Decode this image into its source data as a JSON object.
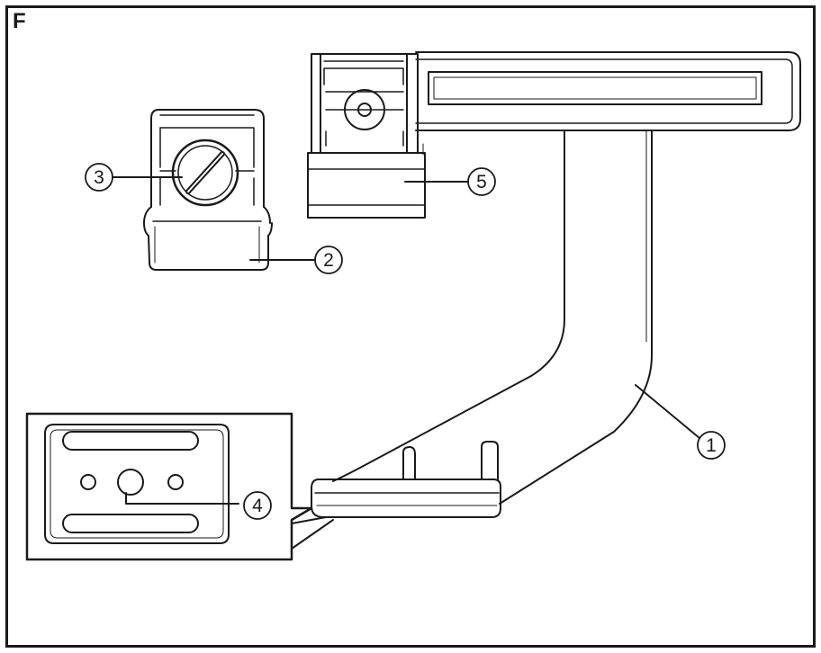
{
  "figure": {
    "panel_letter": "F",
    "line_color": "#1a1a1a",
    "callouts": [
      {
        "id": "1",
        "label": "1"
      },
      {
        "id": "2",
        "label": "2"
      },
      {
        "id": "3",
        "label": "3"
      },
      {
        "id": "4",
        "label": "4"
      },
      {
        "id": "5",
        "label": "5"
      }
    ]
  }
}
